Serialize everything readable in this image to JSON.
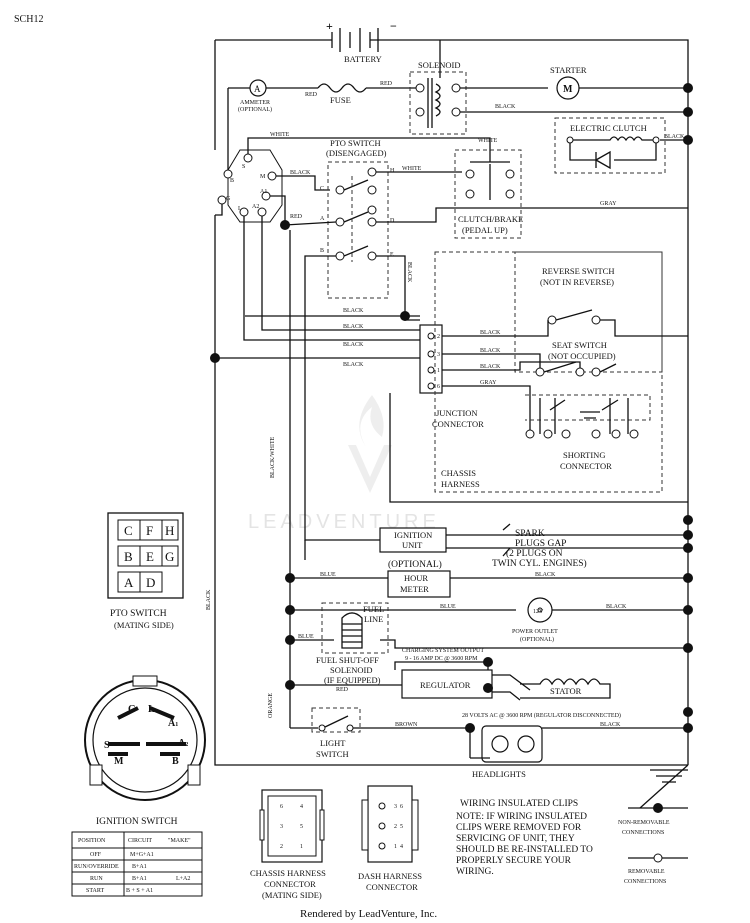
{
  "page_code": "SCH12",
  "footer": "Rendered by LeadVenture, Inc.",
  "watermark": "LEADVENTURE",
  "components": {
    "battery": "BATTERY",
    "battery_plus": "+",
    "battery_minus": "−",
    "ammeter": "AMMETER",
    "ammeter_opt": "(OPTIONAL)",
    "ammeter_symbol": "A",
    "fuse": "FUSE",
    "solenoid": "SOLENOID",
    "starter": "STARTER",
    "starter_symbol": "M",
    "electric_clutch": "ELECTRIC CLUTCH",
    "pto_switch": "PTO SWITCH",
    "pto_switch_state": "(DISENGAGED)",
    "clutch_brake": "CLUTCH/BRAKE",
    "clutch_brake_state": "(PEDAL UP)",
    "reverse_switch": "REVERSE SWITCH",
    "reverse_switch_state": "(NOT IN REVERSE)",
    "seat_switch": "SEAT SWITCH",
    "seat_switch_state": "(NOT OCCUPIED)",
    "junction_connector_1": "JUNCTION",
    "junction_connector_2": "CONNECTOR",
    "shorting_connector_1": "SHORTING",
    "shorting_connector_2": "CONNECTOR",
    "chassis_harness_1": "CHASSIS",
    "chassis_harness_2": "HARNESS",
    "ignition_unit_1": "IGNITION",
    "ignition_unit_2": "UNIT",
    "spark_1": "SPARK",
    "spark_2": "PLUGS GAP",
    "spark_3": "(2 PLUGS ON",
    "spark_4": "TWIN CYL. ENGINES)",
    "hour_meter_opt": "(OPTIONAL)",
    "hour_meter_1": "HOUR",
    "hour_meter_2": "METER",
    "fuel_line_1": "FUEL",
    "fuel_line_2": "LINE",
    "power_outlet_symbol": "12V",
    "power_outlet": "POWER OUTLET",
    "power_outlet_opt": "(OPTIONAL)",
    "fuel_solenoid_1": "FUEL SHUT-OFF",
    "fuel_solenoid_2": "SOLENOID",
    "fuel_solenoid_3": "(IF EQUIPPED)",
    "charging_1": "CHARGING SYSTEM OUTPUT",
    "charging_2": "9 - 16 AMP DC @ 3600 RPM",
    "regulator": "REGULATOR",
    "stator": "STATOR",
    "volts_note": "28 VOLTS AC @ 3600 RPM (REGULATOR DISCONNECTED)",
    "light_switch_1": "LIGHT",
    "light_switch_2": "SWITCH",
    "headlights": "HEADLIGHTS"
  },
  "wires": {
    "red": "RED",
    "black": "BLACK",
    "white": "WHITE",
    "gray": "GRAY",
    "blue": "BLUE",
    "brown": "BROWN",
    "orange": "ORANGE",
    "black_white": "BLACK/WHITE"
  },
  "ignition_terminals": {
    "s": "S",
    "m": "M",
    "b": "B",
    "a1": "A1",
    "g": "G",
    "l": "L",
    "a2": "A2"
  },
  "pto_terminals": {
    "h": "H",
    "c": "C",
    "a": "A",
    "d": "D",
    "b": "B",
    "e": "E"
  },
  "junction_pins": [
    "2",
    "3",
    "1",
    "6"
  ],
  "pto_mating": {
    "rows": [
      [
        "C",
        "F",
        "H"
      ],
      [
        "B",
        "E",
        "G"
      ],
      [
        "A",
        "D"
      ]
    ],
    "title": "PTO SWITCH",
    "subtitle": "(MATING SIDE)"
  },
  "ignition_switch": {
    "title": "IGNITION SWITCH",
    "face_labels": {
      "g": "G",
      "l": "L",
      "a1": "A",
      "a1_sub": "1",
      "s": "S",
      "a2": "A",
      "a2_sub": "2",
      "m": "M",
      "b": "B"
    },
    "table": {
      "headers": [
        "POSITION",
        "CIRCUIT",
        "\"MAKE\""
      ],
      "rows": [
        {
          "position": "OFF",
          "circuit": "M+G+A1",
          "make": ""
        },
        {
          "position": "RUN/OVERRIDE",
          "circuit": "B+A1",
          "make": ""
        },
        {
          "position": "RUN",
          "circuit": "B+A1",
          "make": "L+A2"
        },
        {
          "position": "START",
          "circuit": "B + S + A1",
          "make": ""
        }
      ]
    }
  },
  "chassis_connector": {
    "pins_left": [
      "6",
      "4",
      "3",
      "2",
      "1"
    ],
    "pins_mid": [
      "5"
    ],
    "name_1": "CHASSIS HARNESS",
    "name_2": "CONNECTOR",
    "name_3": "(MATING SIDE)"
  },
  "dash_connector": {
    "pins": [
      "3",
      "6",
      "2",
      "5",
      "1",
      "4"
    ],
    "name_1": "DASH HARNESS",
    "name_2": "CONNECTOR"
  },
  "note": {
    "title": "WIRING INSULATED CLIPS",
    "lines": [
      "NOTE: IF WIRING INSULATED",
      "CLIPS WERE REMOVED FOR",
      "SERVICING OF UNIT, THEY",
      "SHOULD BE RE-INSTALLED TO",
      "PROPERLY SECURE YOUR",
      "WIRING."
    ]
  },
  "legend": {
    "non_removable_1": "NON-REMOVABLE",
    "non_removable_2": "CONNECTIONS",
    "removable_1": "REMOVABLE",
    "removable_2": "CONNECTIONS"
  }
}
